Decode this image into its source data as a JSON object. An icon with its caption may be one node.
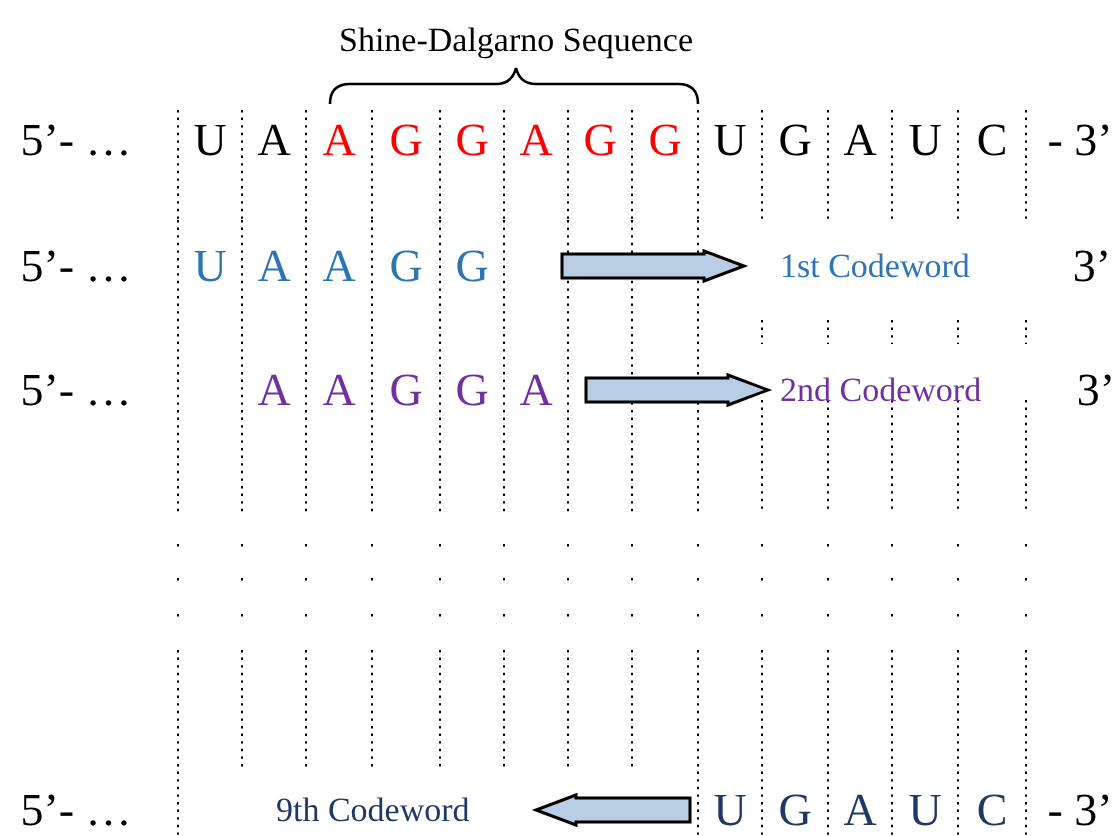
{
  "diagram": {
    "nodes": [
      {
        "text": [
          "U",
          "A",
          "A",
          "G",
          "G"
        ]
      },
      {
        "text": [
          "1st Codeword"
        ]
      },
      {
        "text": [
          "A",
          "A",
          "G",
          "G",
          "A"
        ]
      },
      {
        "text": [
          "2nd Codeword"
        ]
      },
      {
        "text": [
          "U",
          "G",
          "A",
          "U",
          "C"
        ]
      },
      {
        "text": [
          "9th Codeword"
        ]
      }
    ],
    "edges": [
      {
        "from": 0,
        "to": 1,
        "arrow": "to"
      },
      {
        "from": 2,
        "to": 3,
        "arrow": "to"
      },
      {
        "from": 4,
        "to": 5,
        "arrow": "to"
      }
    ],
    "labels": [
      "Shine-Dalgarno Sequence",
      "5’- …",
      "U",
      "A",
      "A",
      "G",
      "G",
      "A",
      "G",
      "G",
      "U",
      "G",
      "A",
      "U",
      "C",
      "- 3’",
      "5’- …",
      "3’",
      "5’- …",
      "3’",
      "5’- …",
      "- 3’"
    ]
  }
}
